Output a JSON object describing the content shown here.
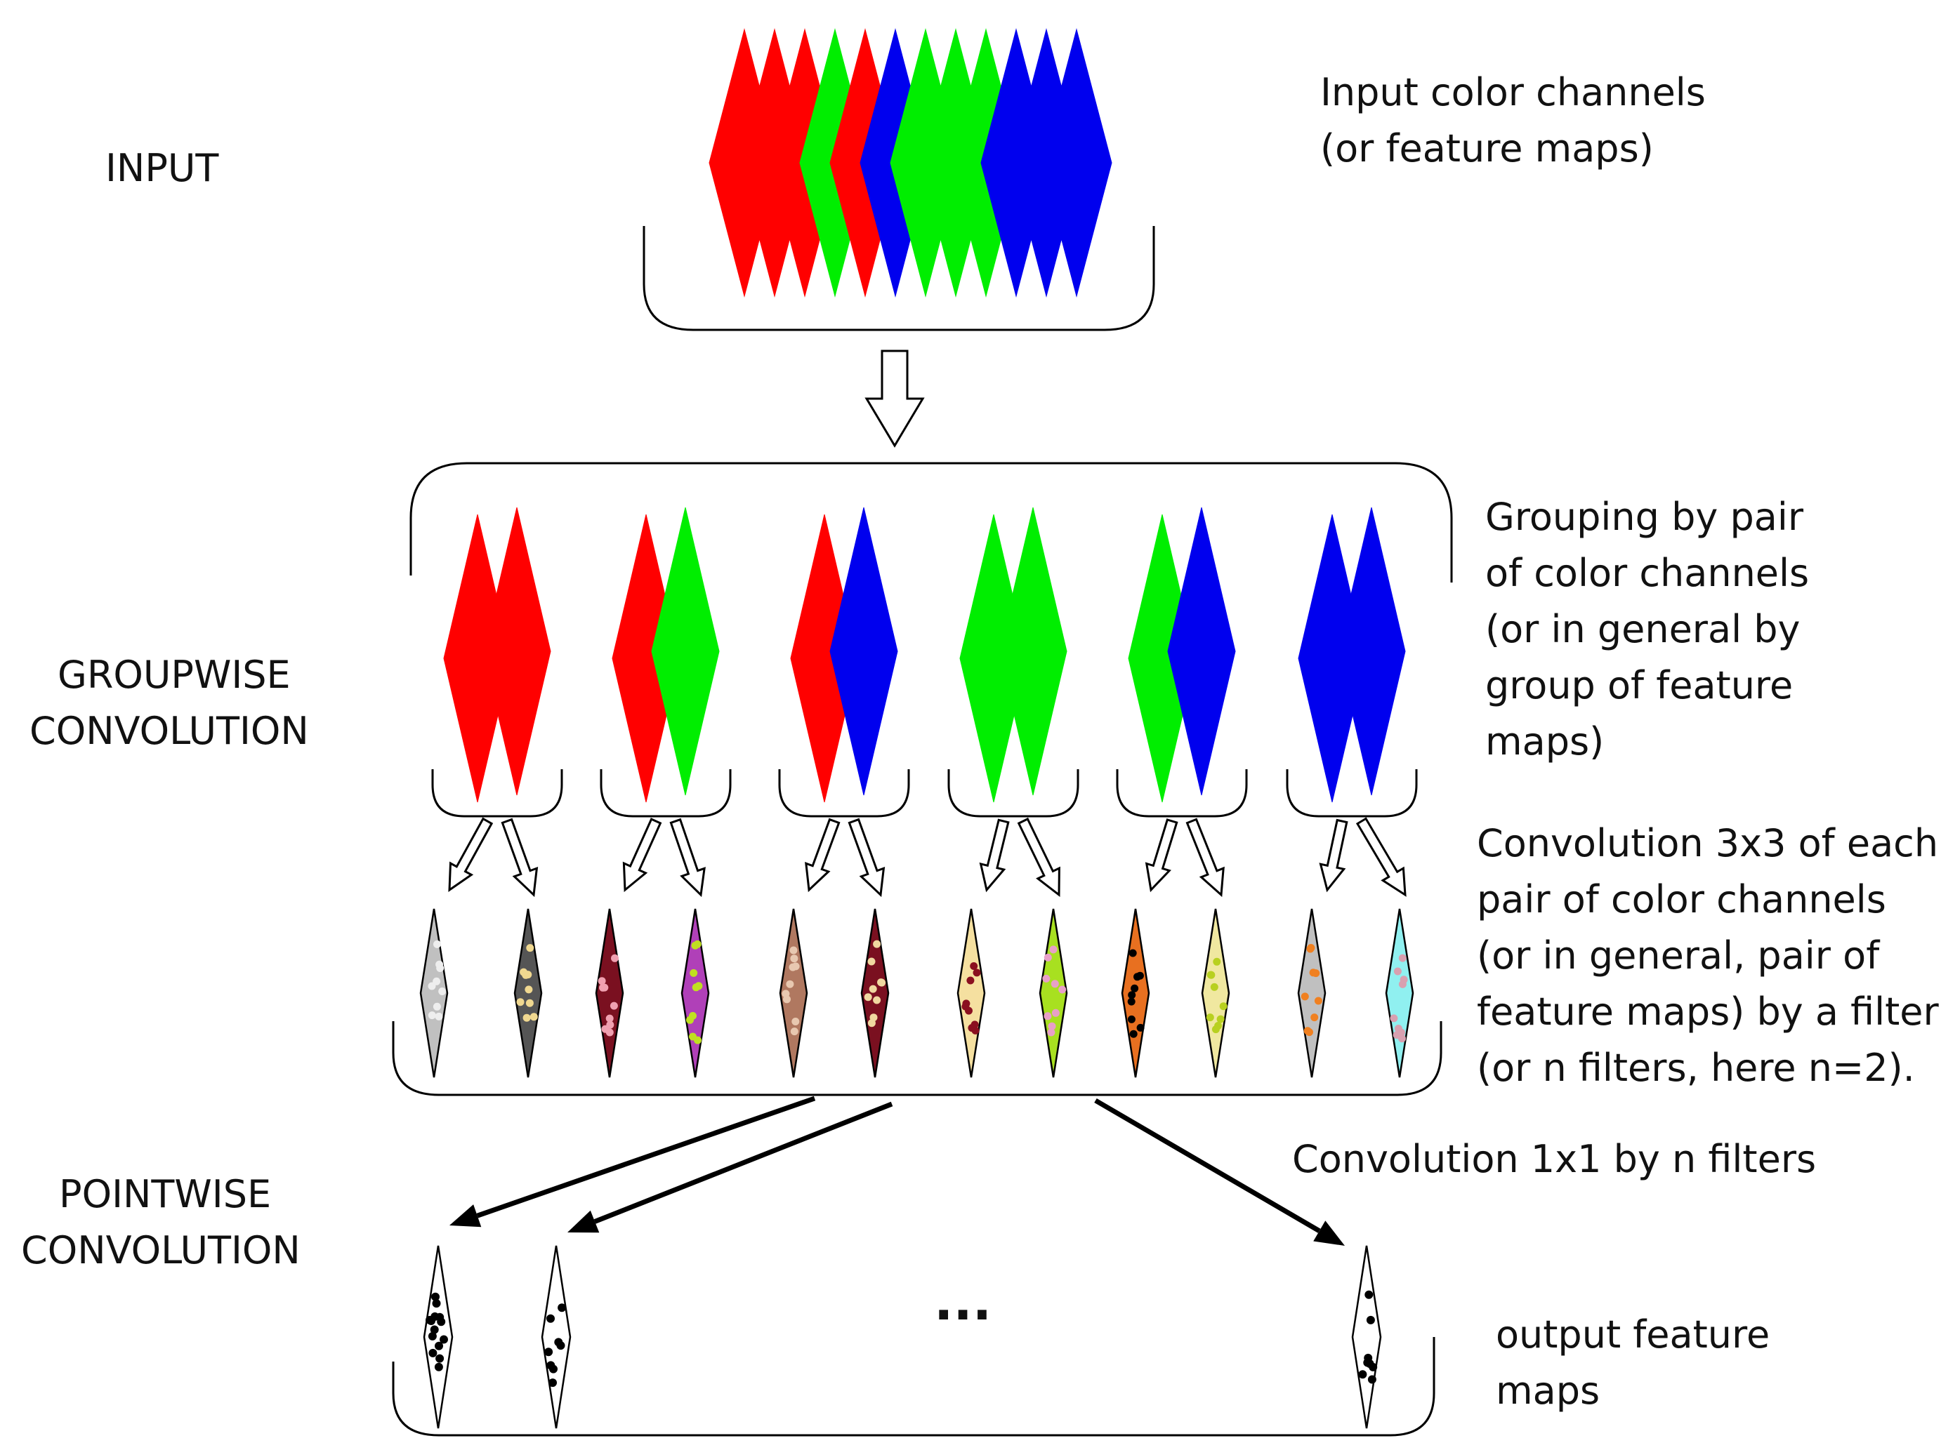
{
  "labels": {
    "input": "INPUT",
    "groupwise": [
      "GROUPWISE",
      "CONVOLUTION"
    ],
    "pointwise": [
      "POINTWISE",
      "CONVOLUTION"
    ],
    "input_desc": [
      "Input color channels",
      "(or feature maps)"
    ],
    "grouping_desc": [
      "Grouping by pair",
      "of color channels",
      "(or in general by",
      "group of feature",
      "maps)"
    ],
    "conv3x3_desc": [
      "Convolution 3x3 of each",
      "pair of color channels",
      "(or in general, pair of",
      "feature maps) by a filter",
      "(or n filters, here n=2)."
    ],
    "conv1x1_desc": "Convolution 1x1 by n filters",
    "output_desc": [
      "output feature",
      "maps"
    ],
    "ellipsis": "..."
  },
  "colors": {
    "red": "#ff0000",
    "green": "#00ee00",
    "blue": "#0000ee",
    "line": "#000000",
    "text": "#111111"
  },
  "input_channels": [
    "red",
    "red",
    "red",
    "green",
    "red",
    "blue",
    "green",
    "green",
    "green",
    "blue",
    "blue",
    "blue"
  ],
  "groups": [
    [
      "red",
      "red"
    ],
    [
      "red",
      "green"
    ],
    [
      "red",
      "blue"
    ],
    [
      "green",
      "green"
    ],
    [
      "green",
      "blue"
    ],
    [
      "blue",
      "blue"
    ]
  ],
  "filter_maps": [
    {
      "fill": "#c0c0c0",
      "dots": "#eeeeee"
    },
    {
      "fill": "#555555",
      "dots": "#f0d890"
    },
    {
      "fill": "#7a1020",
      "dots": "#f0a0b0"
    },
    {
      "fill": "#b040b8",
      "dots": "#c0e020"
    },
    {
      "fill": "#b07860",
      "dots": "#e8c8b0"
    },
    {
      "fill": "#7a1020",
      "dots": "#f0d8a0"
    },
    {
      "fill": "#f5e0a0",
      "dots": "#8a1020"
    },
    {
      "fill": "#a8e020",
      "dots": "#e8a0c8"
    },
    {
      "fill": "#e87020",
      "dots": "#000000"
    },
    {
      "fill": "#f0e8a0",
      "dots": "#b8d020"
    },
    {
      "fill": "#c0c0c0",
      "dots": "#f08020"
    },
    {
      "fill": "#90f0f0",
      "dots": "#d8a0b0"
    }
  ],
  "output_map_count": 3
}
